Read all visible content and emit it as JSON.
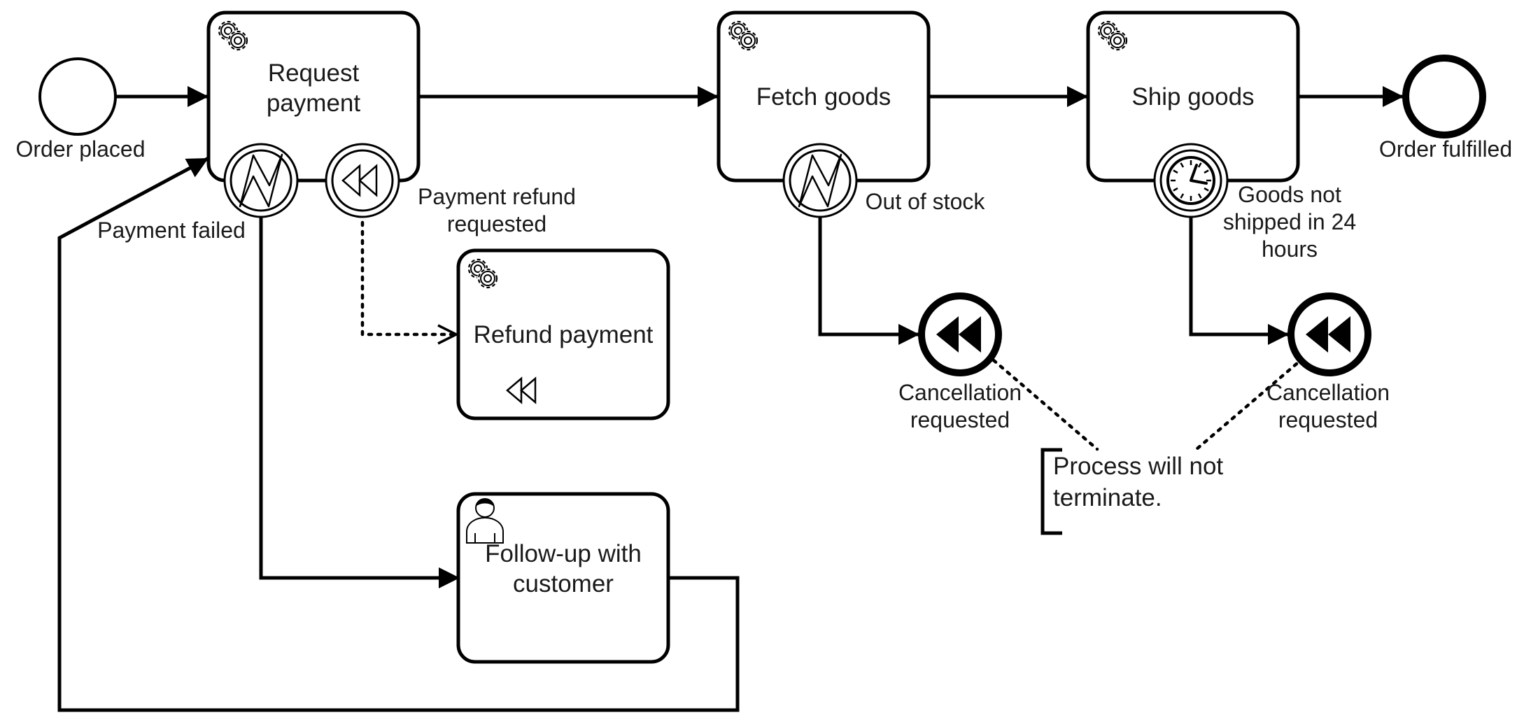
{
  "diagram": {
    "events": {
      "start": "Order placed",
      "end": "Order fulfilled",
      "cancel_1": [
        "Cancellation",
        "requested"
      ],
      "cancel_2": [
        "Cancellation",
        "requested"
      ]
    },
    "tasks": {
      "request_payment": [
        "Request",
        "payment"
      ],
      "fetch_goods": [
        "Fetch goods"
      ],
      "ship_goods": [
        "Ship goods"
      ],
      "refund_payment": [
        "Refund payment"
      ],
      "follow_up": [
        "Follow-up with",
        "customer"
      ]
    },
    "boundary": {
      "payment_failed": [
        "Payment failed"
      ],
      "refund_requested": [
        "Payment refund",
        "requested"
      ],
      "out_of_stock": [
        "Out of stock"
      ],
      "not_shipped": [
        "Goods not",
        "shipped in 24",
        "hours"
      ]
    },
    "annotation": [
      "Process will not",
      "terminate."
    ],
    "task_icons": {
      "request_payment": "gear-icon",
      "fetch_goods": "gear-icon",
      "ship_goods": "gear-icon",
      "refund_payment": "gear-icon",
      "follow_up": "user-icon"
    }
  }
}
